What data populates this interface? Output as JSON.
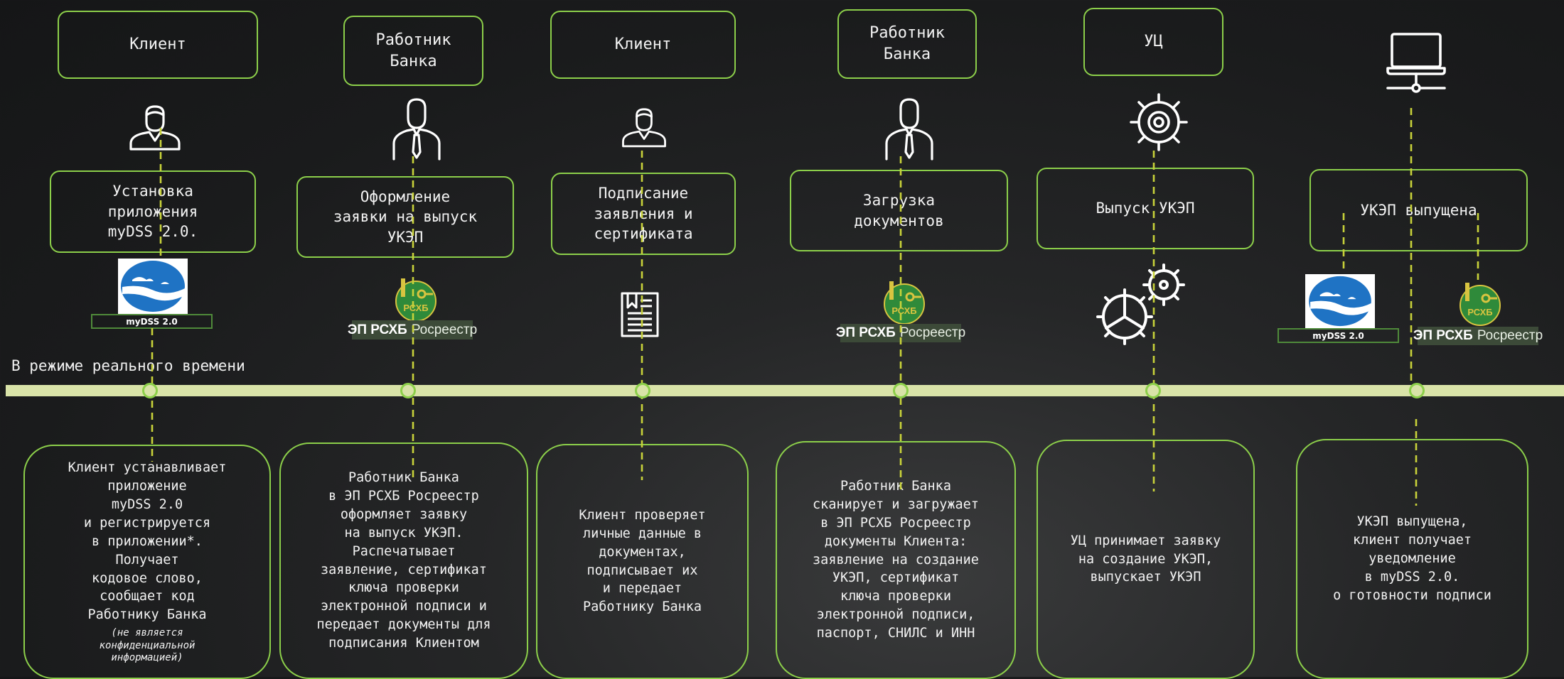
{
  "timeline_label": "В режиме реального времени",
  "roles": {
    "client1": "Клиент",
    "bank1": "Работник\nБанка",
    "client2": "Клиент",
    "bank2": "Работник\nБанка",
    "uc": "УЦ"
  },
  "steps": {
    "s1": "Установка\nприложения\nmyDSS 2.0.",
    "s2": "Оформление\nзаявки на выпуск\nУКЭП",
    "s3": "Подписание\nзаявления и\nсертификата",
    "s4": "Загрузка\nдокументов",
    "s5": "Выпуск УКЭП",
    "s6": "УКЭП выпущена"
  },
  "descriptions": {
    "d1": "Клиент устанавливает\nприложение\nmyDSS 2.0\nи регистрируется\nв приложении*.\nПолучает\nкодовое слово,\nсообщает код\nРаботнику Банка",
    "d1_note": "(не является\nконфиденциальной\nинформацией)",
    "d2": "Работник Банка\nв ЭП РСХБ Росреестр\nоформляет заявку\nна выпуск УКЭП.\nРаспечатывает\nзаявление, сертификат\nключа проверки\nэлектронной подписи и\nпередает документы для\nподписания Клиентом",
    "d3": "Клиент проверяет\nличные данные в\nдокументах,\nподписывает их\nи передает\nРаботнику Банка",
    "d4": "Работник Банка\nсканирует и загружает\nв ЭП РСХБ Росреестр\nдокументы Клиента:\nзаявление на создание\nУКЭП, сертификат\nключа проверки\nэлектронной подписи,\nпаспорт, СНИЛС и ИНН",
    "d5": "УЦ принимает заявку\nна создание УКЭП,\nвыпускает УКЭП",
    "d6": "УКЭП выпущена,\nклиент получает\nуведомление\nв myDSS 2.0.\nо готовности подписи"
  },
  "logos": {
    "mydss_caption": "myDSS 2.0",
    "rshb_bold": "ЭП РСХБ",
    "rshb_regular": "Росреестр",
    "rshb_emblem": "РСХБ"
  },
  "colors": {
    "accent_green": "#8ccf4a",
    "dashed_line": "#c8d23a",
    "timeline": "#d9e3a8",
    "mydss_blue": "#1f73c4"
  }
}
